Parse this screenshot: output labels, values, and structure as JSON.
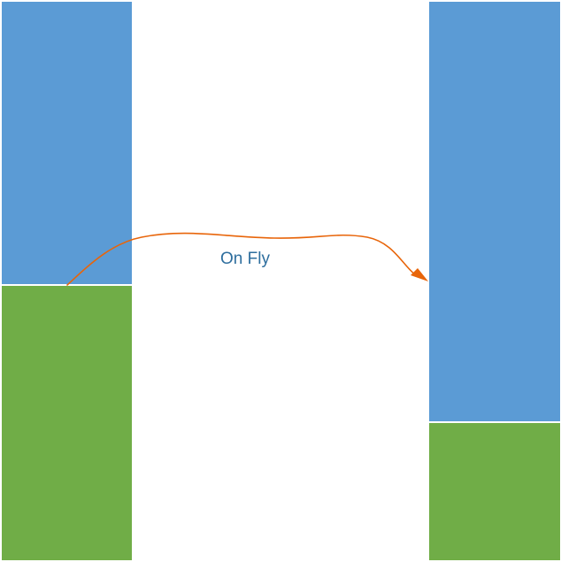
{
  "diagram": {
    "arrow": {
      "label": "On Fly",
      "color": "#e8650a"
    },
    "stacks": [
      {
        "id": "before",
        "segments": [
          {
            "role": "upper",
            "fraction": 0.507,
            "color": "#5b9bd5"
          },
          {
            "role": "lower",
            "fraction": 0.493,
            "color": "#70ad47"
          }
        ]
      },
      {
        "id": "after",
        "segments": [
          {
            "role": "upper",
            "fraction": 0.753,
            "color": "#5b9bd5"
          },
          {
            "role": "lower",
            "fraction": 0.247,
            "color": "#70ad47"
          }
        ]
      }
    ],
    "label_color": "#2e6e9e"
  }
}
